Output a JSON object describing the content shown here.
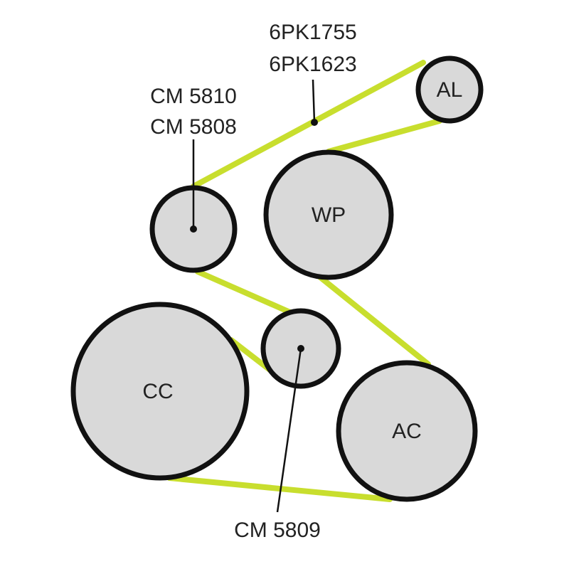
{
  "belt_codes": [
    "6PK1755",
    "6PK1623"
  ],
  "tensioner_codes": [
    "CM 5810",
    "CM 5808"
  ],
  "idler_code": "CM 5809",
  "pulleys": {
    "al": "AL",
    "wp": "WP",
    "cc": "CC",
    "ac": "AC"
  },
  "colors": {
    "belt": "#c8de2e",
    "pulley_fill": "#d9d9d9",
    "outline": "#111111"
  }
}
